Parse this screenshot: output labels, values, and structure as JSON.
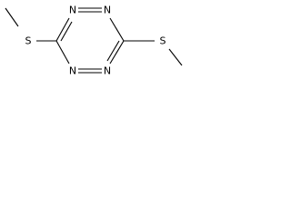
{
  "molecule": {
    "atoms": {
      "n1": "N",
      "n2": "N",
      "n3": "N",
      "n4": "N",
      "s_left": "S",
      "s_right": "S"
    }
  }
}
